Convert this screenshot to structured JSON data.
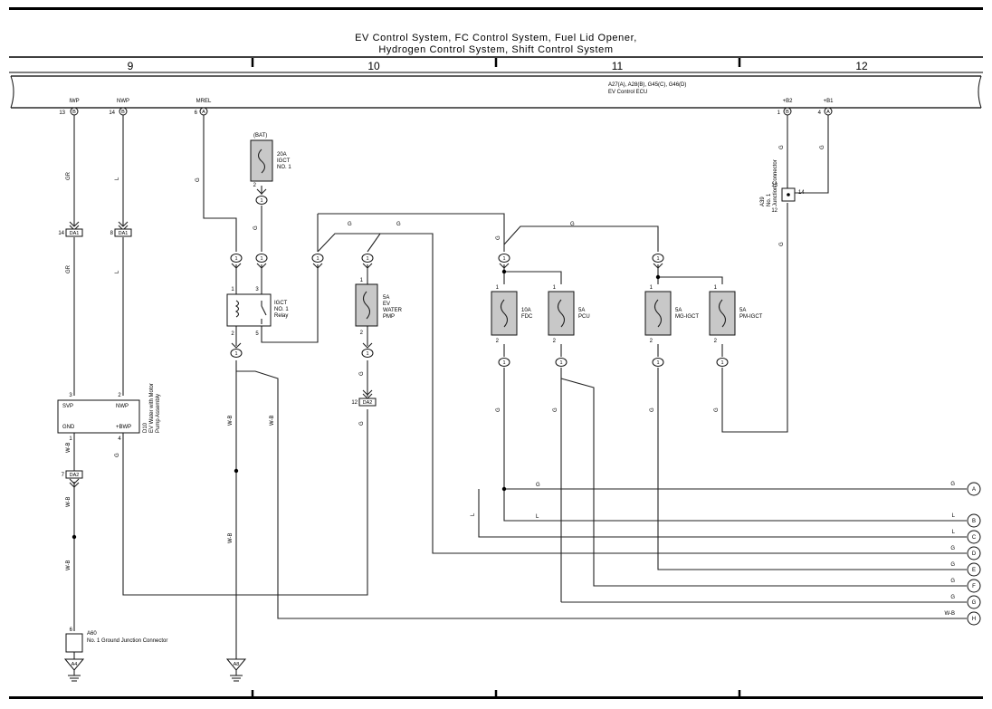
{
  "title": {
    "line1": "EV Control System,  FC Control System,  Fuel Lid Opener,",
    "line2": "Hydrogen Control System,  Shift Control System"
  },
  "columns": [
    "9",
    "10",
    "11",
    "12"
  ],
  "ecu": {
    "parts": "A27(A), A28(B), G45(C), G46(D)",
    "name": "EV Control ECU",
    "pins": [
      {
        "label": "IWP",
        "num": "13",
        "conn": "B"
      },
      {
        "label": "NWP",
        "num": "14",
        "conn": "B"
      },
      {
        "label": "MREL",
        "num": "6",
        "conn": "A"
      },
      {
        "label": "+B2",
        "num": "1",
        "conn": "B"
      },
      {
        "label": "+B1",
        "num": "4",
        "conn": "A"
      }
    ]
  },
  "wire_colors": {
    "gr": "GR",
    "l": "L",
    "g": "G",
    "wb": "W-B"
  },
  "junctions": {
    "da1": "DA1",
    "da1_pin_a": "14",
    "da1_pin_b": "8",
    "da2": "DA2",
    "da2_pin": "7",
    "da2b": "DA2",
    "da2b_pin": "12"
  },
  "pump": {
    "id": "D10",
    "name": "EV Water with Motor\nPump Assembly",
    "name_l1": "D10",
    "name_l2": "EV Water with Motor",
    "name_l3": "Pump Assembly",
    "p_svp": "SVP",
    "p_nwp": "NWP",
    "p_gnd": "GND",
    "p_bwp": "+BWP",
    "n3": "3",
    "n2": "2",
    "n1": "1",
    "n4": "4"
  },
  "ground_conn": {
    "pin": "6",
    "id": "A60",
    "name": "No. 1 Ground Junction Connector"
  },
  "grounds": [
    "A4",
    "A8"
  ],
  "fuse_main": {
    "supply": "(BAT)",
    "l1": "20A",
    "l2": "IGCT",
    "l3": "NO. 1",
    "pin": "2"
  },
  "relay": {
    "l1": "IGCT",
    "l2": "NO. 1",
    "l3": "Relay",
    "p1": "1",
    "p3": "3",
    "p2": "2",
    "p5": "5"
  },
  "fuse_ewp": {
    "l1": "5A",
    "l2": "EV",
    "l3": "WATER",
    "l4": "PMP",
    "p1": "1",
    "p2": "2"
  },
  "fuse_fdc": {
    "l1": "10A",
    "l2": "FDC",
    "p1": "1",
    "p2": "2"
  },
  "fuse_pcu": {
    "l1": "5A",
    "l2": "PCU",
    "p1": "1",
    "p2": "2"
  },
  "fuse_mg": {
    "l1": "5A",
    "l2": "MG-IGCT",
    "p1": "1",
    "p2": "2"
  },
  "fuse_pm": {
    "l1": "5A",
    "l2": "PM-IGCT",
    "p1": "1",
    "p2": "2"
  },
  "inline_conn": "1",
  "a39": {
    "id": "A39",
    "l2": "No. 1",
    "l3": "Junction Connector",
    "p13": "13",
    "p12": "12",
    "p14": "14"
  },
  "outputs": [
    {
      "letter": "A",
      "color": "G"
    },
    {
      "letter": "B",
      "color": "L"
    },
    {
      "letter": "C",
      "color": "L"
    },
    {
      "letter": "D",
      "color": "G"
    },
    {
      "letter": "E",
      "color": "G"
    },
    {
      "letter": "F",
      "color": "G"
    },
    {
      "letter": "G",
      "color": "G"
    },
    {
      "letter": "H",
      "color": "W-B"
    }
  ],
  "branch_labels": {
    "g": "G",
    "l": "L"
  }
}
